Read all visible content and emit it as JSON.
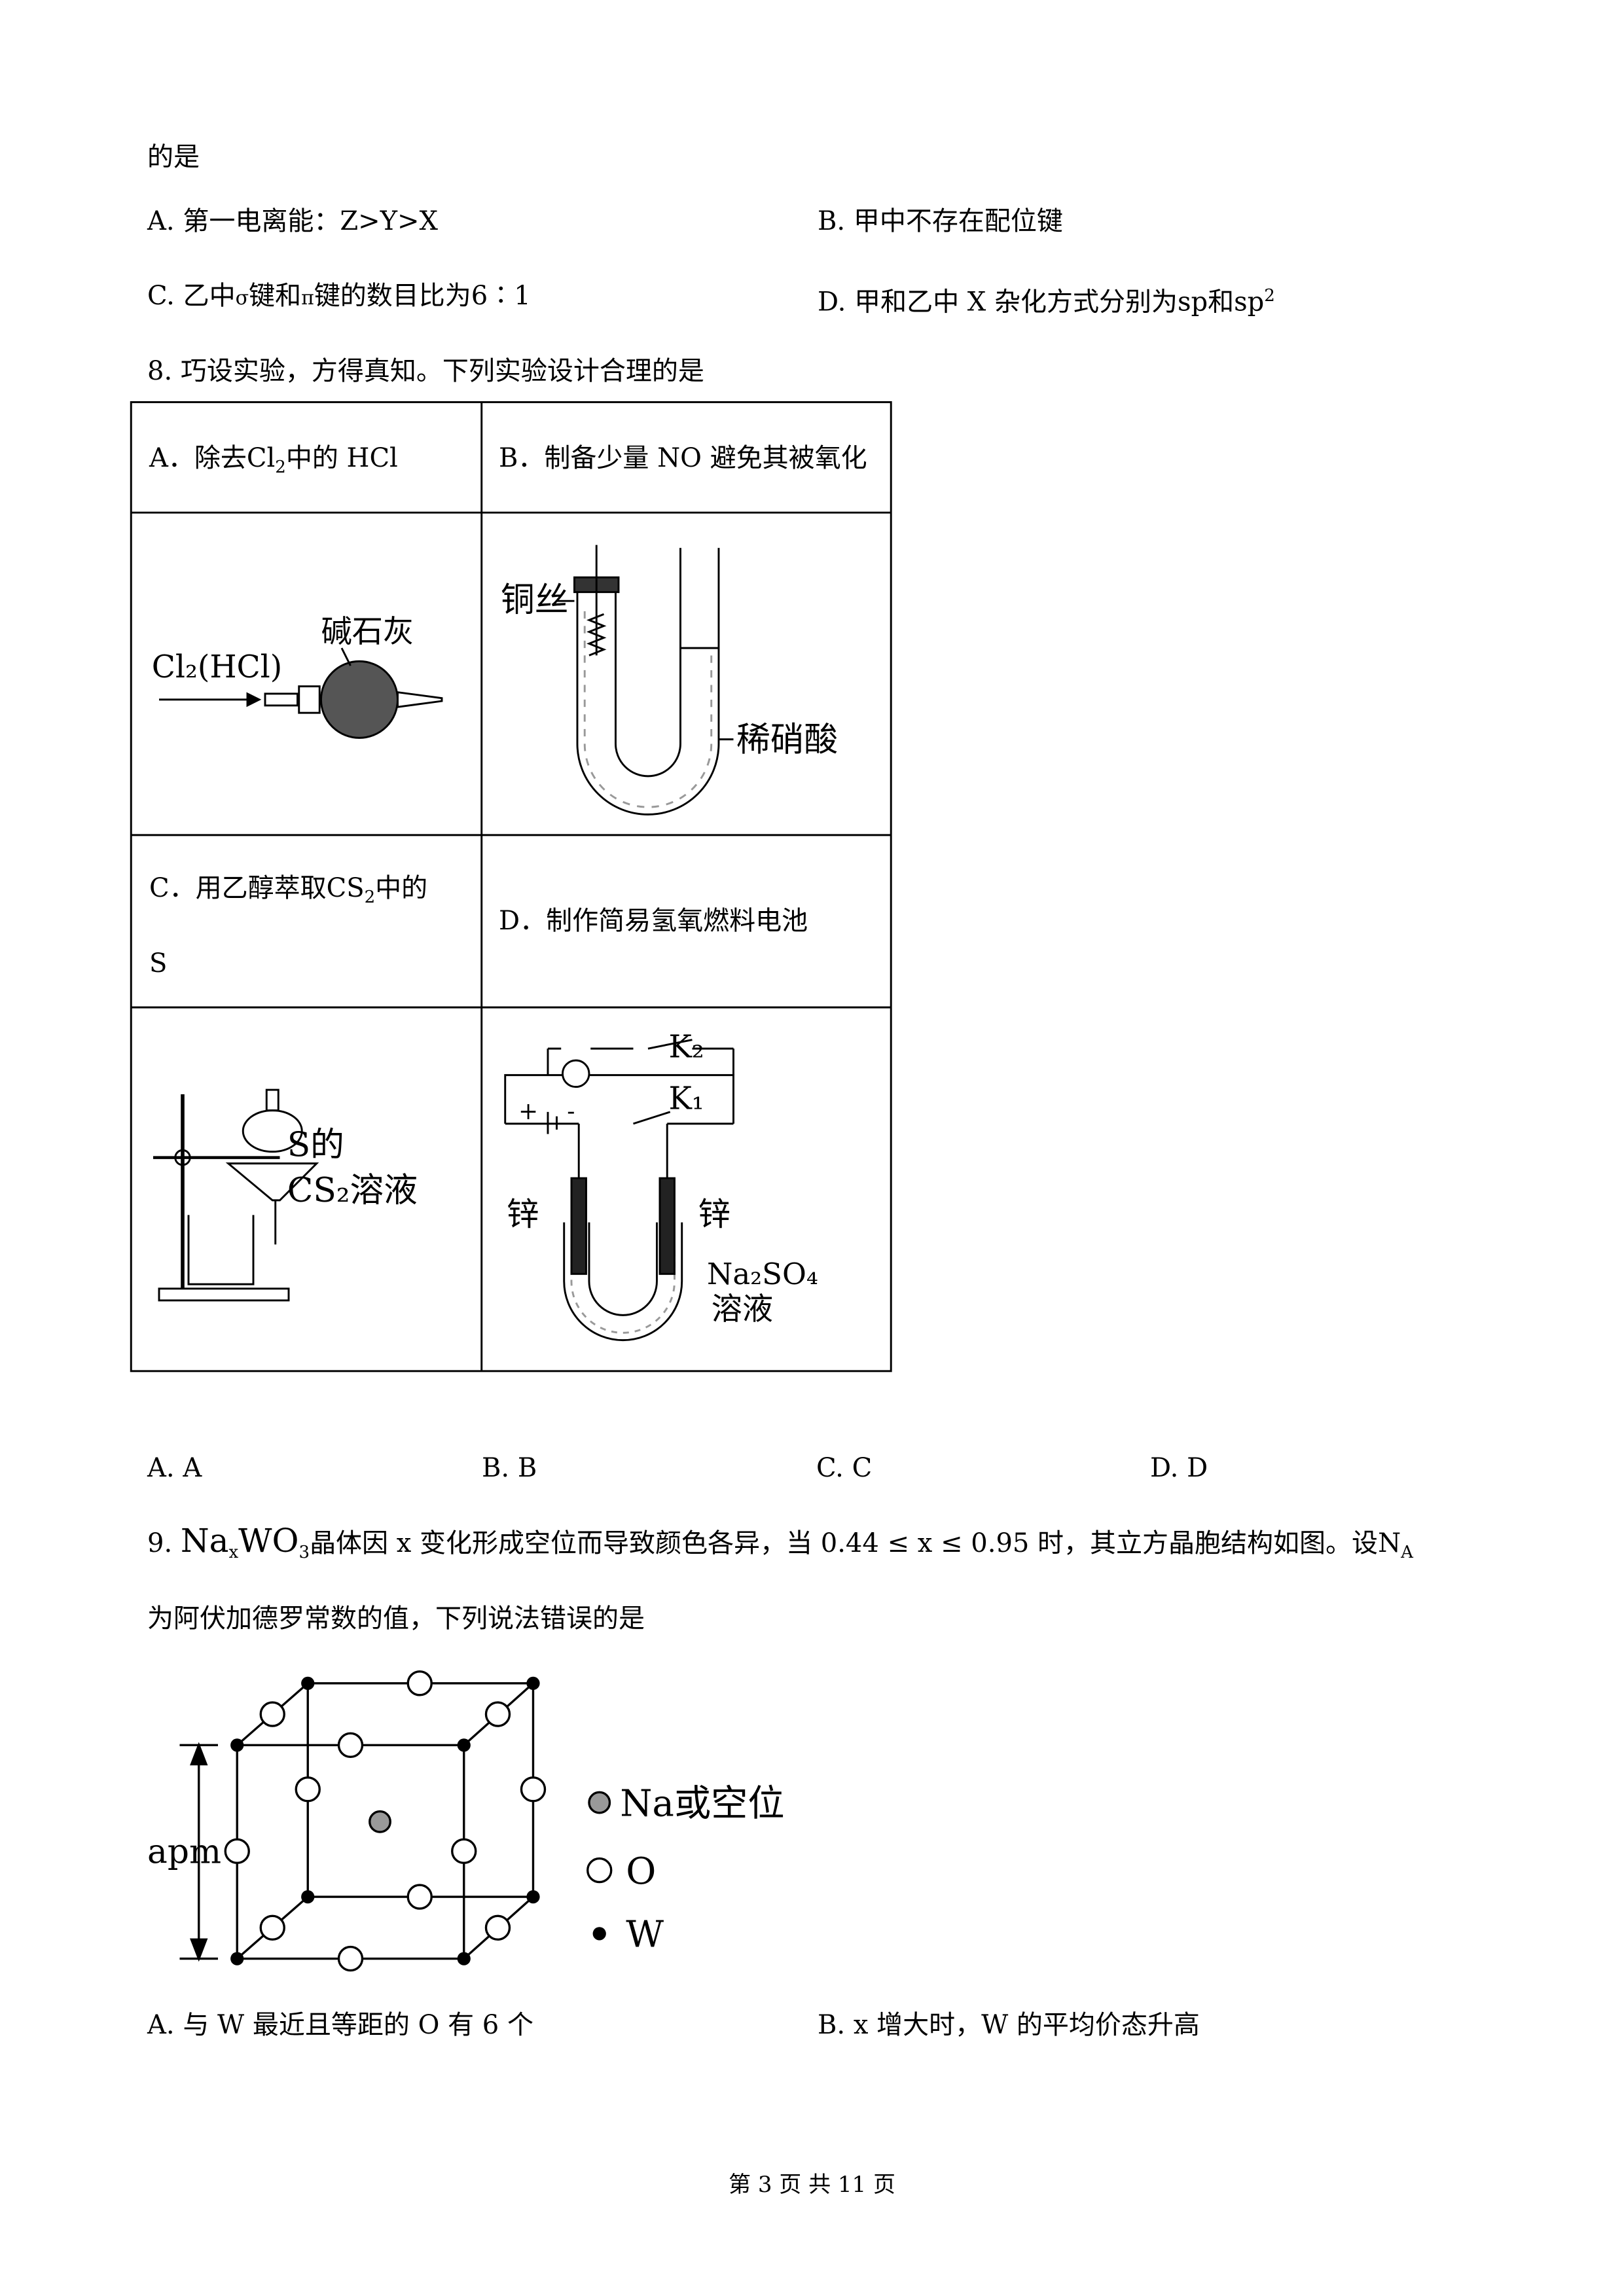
{
  "q7": {
    "tail": "的是",
    "options": {
      "A": "A. 第一电离能：Z>Y>X",
      "B": "B. 甲中不存在配位键",
      "C_pre": "C. 乙中",
      "C_sigma": "σ",
      "C_mid": "键和",
      "C_pi": "π",
      "C_post": "键的数目比为6∶1",
      "D_pre": "D. 甲和乙中 X 杂化方式分别为",
      "D_sp": "sp",
      "D_and": "和",
      "D_sp2": "sp",
      "D_sup": "2"
    }
  },
  "q8": {
    "stem": "8. 巧设实验，方得真知。下列实验设计合理的是",
    "cells": {
      "A_title_pre": "A．除去",
      "A_cl": "Cl",
      "A_sub": "2",
      "A_title_post": "中的 HCl",
      "B_title": "B．制备少量 NO 避免其被氧化",
      "C_title_pre": "C．用乙醇萃取",
      "C_cs": "CS",
      "C_sub": "2",
      "C_title_post": "中的",
      "C_title_line2": "S",
      "D_title": "D．制作简易氢氧燃料电池"
    },
    "figure_labels": {
      "A_gas": "Cl₂(HCl)",
      "A_reagent": "碱石灰",
      "B_wire": "铜丝",
      "B_acid": "稀硝酸",
      "C_solution_1": "S的",
      "C_solution_2": "CS₂溶液",
      "D_k2": "K₂",
      "D_k1": "K₁",
      "D_plus": "+",
      "D_minus": "-",
      "D_zinc_left": "锌",
      "D_zinc_right": "锌",
      "D_electrolyte_1": "Na₂SO₄",
      "D_electrolyte_2": "溶液"
    },
    "answers": [
      "A. A",
      "B. B",
      "C. C",
      "D. D"
    ]
  },
  "q9": {
    "num": "9.",
    "formula_na": "Na",
    "formula_x": "x",
    "formula_wo": "WO",
    "formula_3": "3",
    "stem_1": "晶体因 x 变化形成空位而导致颜色各异，当 0.44 ≤ x ≤ 0.95 时，其立方晶胞结构如图。设",
    "na_symbol": "N",
    "na_sub": "A",
    "stem_2": "为阿伏加德罗常数的值，下列说法错误的是",
    "figure_labels": {
      "edge": "apm",
      "legend_na": "Na或空位",
      "legend_o": "O",
      "legend_w": "W"
    },
    "options": {
      "A": "A. 与 W 最近且等距的 O 有 6 个",
      "B": "B. x 增大时，W 的平均价态升高"
    }
  },
  "footer": "第 3 页 共 11 页"
}
